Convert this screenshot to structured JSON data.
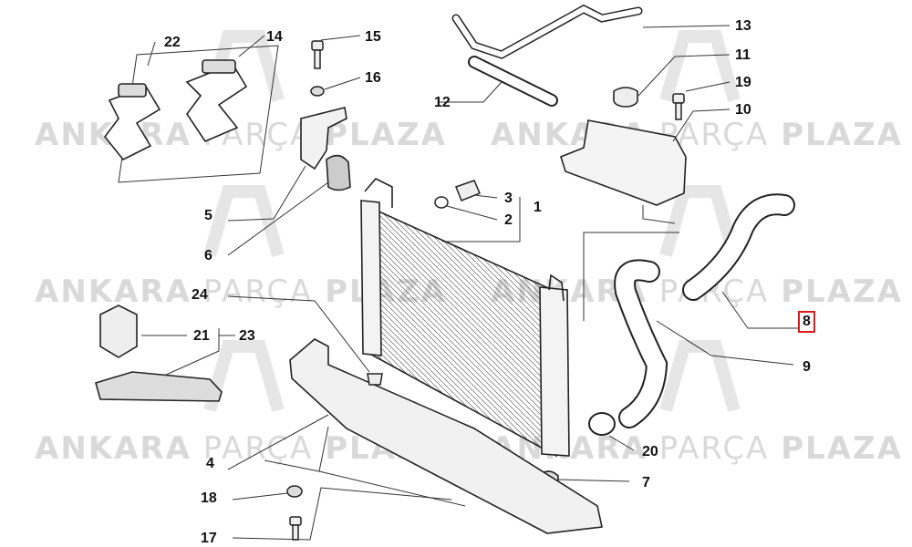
{
  "watermark": {
    "word1": "ANKARA",
    "word2": "PARÇA",
    "word3": "PLAZA"
  },
  "callouts": {
    "c1": "1",
    "c2": "2",
    "c3": "3",
    "c4": "4",
    "c5": "5",
    "c6": "6",
    "c7": "7",
    "c8": "8",
    "c9": "9",
    "c10": "10",
    "c11": "11",
    "c12": "12",
    "c13": "13",
    "c14": "14",
    "c15": "15",
    "c16": "16",
    "c17": "17",
    "c18": "18",
    "c19": "19",
    "c20": "20",
    "c21": "21",
    "c22": "22",
    "c23": "23",
    "c24": "24"
  },
  "highlight_color": "#e01818"
}
